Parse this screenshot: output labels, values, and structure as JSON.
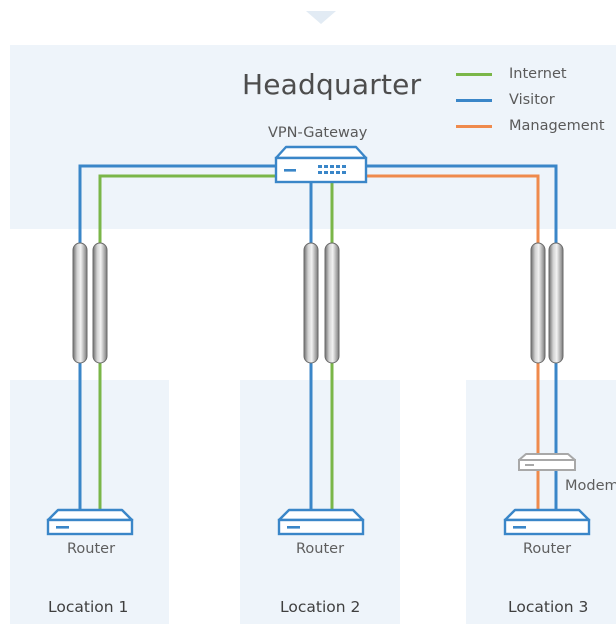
{
  "headquarter": {
    "title": "Headquarter",
    "gateway_label": "VPN-Gateway"
  },
  "legend": [
    {
      "label": "Internet",
      "color": "#7ab648"
    },
    {
      "label": "Visitor",
      "color": "#3a86c8"
    },
    {
      "label": "Management",
      "color": "#ef8a4c"
    }
  ],
  "locations": [
    {
      "name": "Location 1",
      "router_label": "Router"
    },
    {
      "name": "Location 2",
      "router_label": "Router"
    },
    {
      "name": "Location 3",
      "router_label": "Router",
      "modem_label": "Modem"
    }
  ],
  "colors": {
    "panel": "#eef4fa",
    "device": "#3a86c8",
    "tunnel": "#9b9b9b",
    "modem": "#a8a8a8"
  }
}
